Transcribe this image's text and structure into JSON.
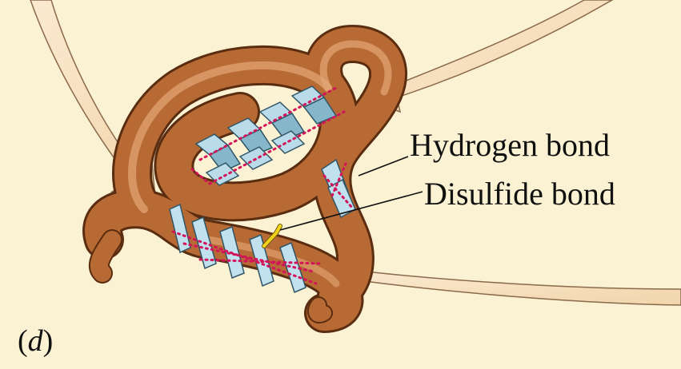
{
  "labels": {
    "hydrogen_bond": "Hydrogen bond",
    "disulfide_bond": "Disulfide bond",
    "panel": {
      "open": "(",
      "letter": "d",
      "close": ")"
    }
  },
  "colors": {
    "background": "#fbf1d3",
    "protein_backbone": "#b86a34",
    "beta_sheet": "#b9dbea",
    "alpha_helix": "#c2e1ef",
    "hydrogen_bond_dots": "#d4145a",
    "disulfide_bond": "#f2d21a",
    "arrows": "#f6e3bf"
  }
}
